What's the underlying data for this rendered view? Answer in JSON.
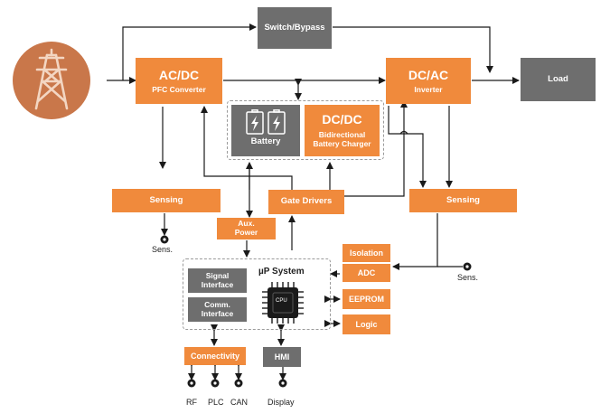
{
  "blocks": {
    "switch_bypass": "Switch/Bypass",
    "acdc_title": "AC/DC",
    "acdc_sub": "PFC Converter",
    "dcac_title": "DC/AC",
    "dcac_sub": "Inverter",
    "load": "Load",
    "battery": "Battery",
    "dcdc_title": "DC/DC",
    "dcdc_sub1": "Bidirectional",
    "dcdc_sub2": "Battery Charger",
    "sensing_left": "Sensing",
    "gate_drivers": "Gate Drivers",
    "sensing_right": "Sensing",
    "aux_power_1": "Aux.",
    "aux_power_2": "Power",
    "isolation": "Isolation",
    "adc": "ADC",
    "up_system": "µP System",
    "signal_interface_1": "Signal",
    "signal_interface_2": "Interface",
    "comm_interface_1": "Comm.",
    "comm_interface_2": "Interface",
    "cpu": "CPU",
    "eeprom": "EEPROM",
    "logic": "Logic",
    "connectivity": "Connectivity",
    "hmi": "HMI"
  },
  "labels": {
    "sens_left": "Sens.",
    "sens_right": "Sens.",
    "rf": "RF",
    "plc": "PLC",
    "can": "CAN",
    "display": "Display"
  },
  "colors": {
    "orange": "#f08a3c",
    "gray": "#6e6e6e",
    "icon_bg": "#c9774a",
    "icon_fg": "#f3d6c2"
  },
  "icons": [
    "power-tower-icon",
    "battery-icon",
    "cpu-chip-icon"
  ]
}
